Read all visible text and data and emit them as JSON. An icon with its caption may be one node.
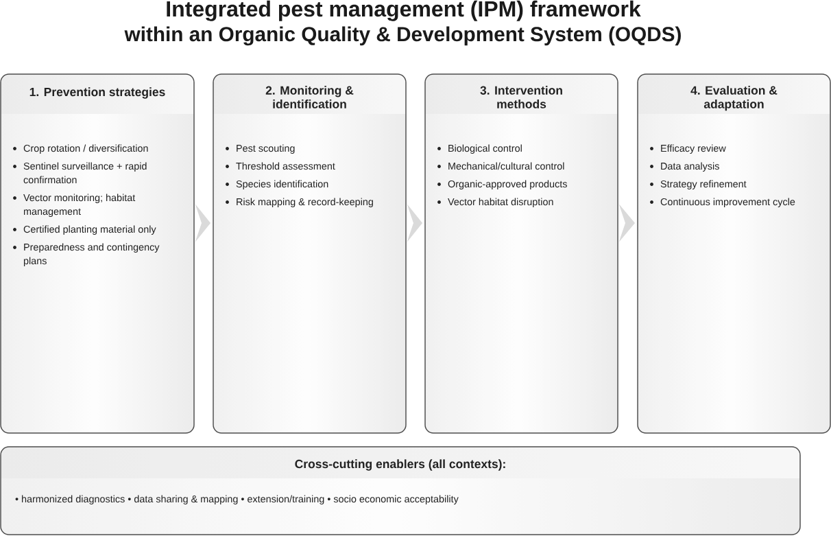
{
  "diagram": {
    "title": "Integrated pest management (IPM) framework within an Organic Quality & Development System (OQDS)",
    "nodes": [
      {
        "text": [
          "1. Prevention strategies",
          "Crop rotation / diversification",
          "Sentinel surveillance + rapid confirmation",
          "Vector monitoring; habitat management",
          "Certified planting material only",
          "Preparedness and contingency plans"
        ]
      },
      {
        "text": [
          "2. Monitoring & identification",
          "Pest scouting",
          "Threshold assessment",
          "Species identification",
          "Risk mapping & record-keeping"
        ]
      },
      {
        "text": [
          "3. Intervention methods",
          "Biological control",
          "Mechanical/cultural control",
          "Organic-approved products",
          "Vector habitat disruption"
        ]
      },
      {
        "text": [
          "4. Evaluation & adaptation",
          "Efficacy review",
          "Data analysis",
          "Strategy refinement",
          "Continuous improvement cycle"
        ]
      },
      {
        "text": [
          "Cross-cutting enablers (all contexts):",
          "• harmonized diagnostics • data sharing & mapping • extension/training • socio economic acceptability"
        ]
      }
    ],
    "edges": [
      {
        "from": 0,
        "to": 1,
        "arrow": "to"
      },
      {
        "from": 1,
        "to": 2,
        "arrow": "to"
      },
      {
        "from": 2,
        "to": 3,
        "arrow": "to"
      }
    ]
  }
}
